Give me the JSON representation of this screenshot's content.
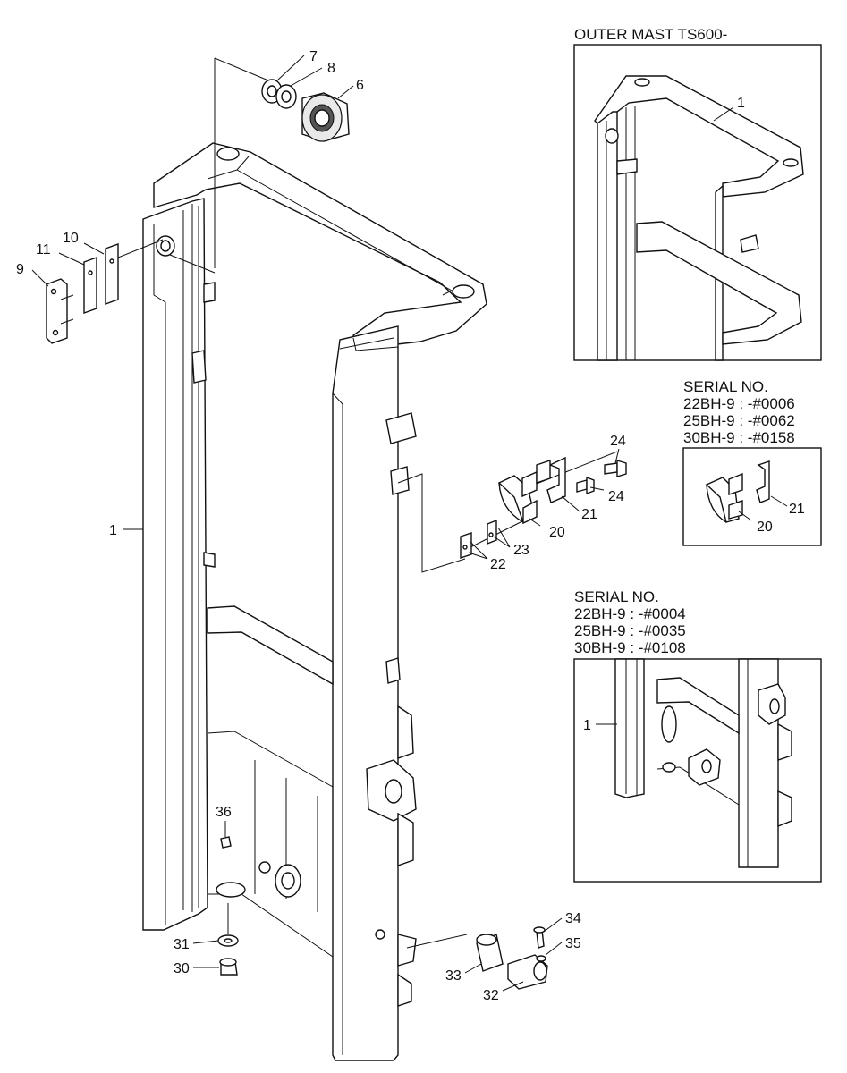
{
  "captions": {
    "outer_mast": "OUTER MAST TS600-",
    "serial_a": {
      "title": "SERIAL NO.",
      "lines": [
        "22BH-9 : -#0006",
        "25BH-9 : -#0062",
        "30BH-9 : -#0158"
      ]
    },
    "serial_b": {
      "title": "SERIAL NO.",
      "lines": [
        "22BH-9 : -#0004",
        "25BH-9 : -#0035",
        "30BH-9 : -#0108"
      ]
    }
  },
  "callouts": {
    "p1": "1",
    "p6": "6",
    "p7": "7",
    "p8": "8",
    "p9": "9",
    "p10": "10",
    "p11": "11",
    "p20": "20",
    "p21": "21",
    "p22": "22",
    "p23": "23",
    "p24": "24",
    "p30": "30",
    "p31": "31",
    "p32": "32",
    "p33": "33",
    "p34": "34",
    "p35": "35",
    "p36": "36"
  }
}
